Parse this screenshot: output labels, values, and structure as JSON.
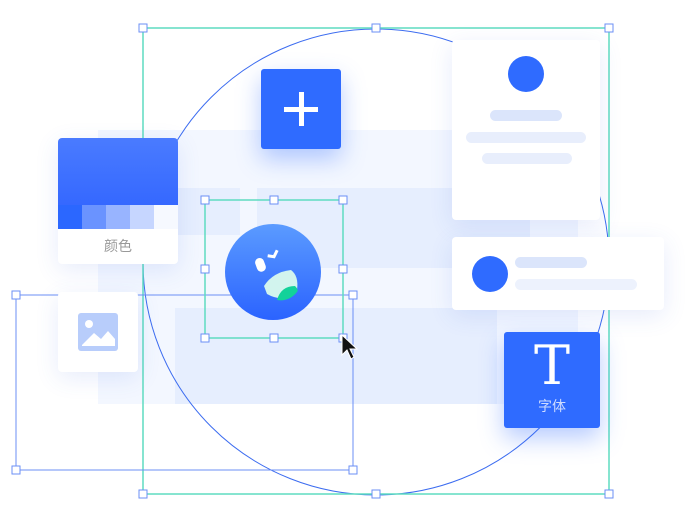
{
  "color_card": {
    "label": "颜色",
    "swatches": [
      "#2b67ff",
      "#6a93ff",
      "#98b4ff",
      "#c6d6ff",
      "#f6f9ff"
    ],
    "main_color": "#3f73ff"
  },
  "font_card": {
    "glyph": "T",
    "label": "字体"
  },
  "colors": {
    "accent": "#2f6bff",
    "selection": "#5fdcc0",
    "frame": "#3c6cf0"
  },
  "icons": [
    "plus-icon",
    "image-icon",
    "avatar-icon",
    "emoji-icon",
    "cursor-icon"
  ]
}
